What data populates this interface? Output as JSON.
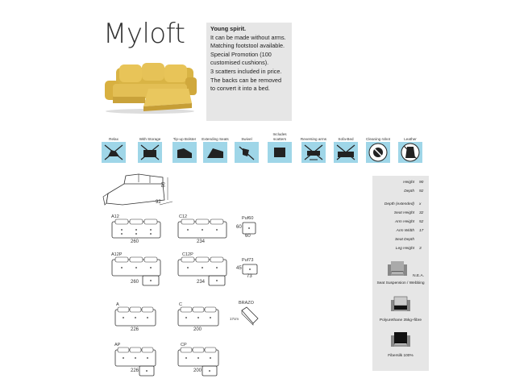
{
  "product": {
    "name": "Myloft"
  },
  "description": {
    "lead": "Young spirit.",
    "lines": [
      "It can be made without arms.",
      "Matching footstool available.",
      "Special Promotion (100 customised cushions).",
      "3 scatters included in price.",
      "The backs can be removed to convert it into a bed."
    ]
  },
  "features": [
    {
      "label": "Relax",
      "icon": "relax-icon",
      "crossed": true
    },
    {
      "label": "With Storage",
      "icon": "storage-icon",
      "crossed": true
    },
    {
      "label": "Tip-up Bolster",
      "icon": "tip-up-bolster-icon",
      "crossed": false
    },
    {
      "label": "Extending Seats",
      "icon": "extending-seats-icon",
      "crossed": false
    },
    {
      "label": "Swivel",
      "icon": "swivel-icon",
      "crossed": true
    },
    {
      "label": "Includes scatters",
      "icon": "scatters-icon",
      "crossed": false
    },
    {
      "label": "Reversing arms",
      "icon": "reversing-arms-icon",
      "crossed": true
    },
    {
      "label": "Sofa-Bed",
      "icon": "sofa-bed-icon",
      "crossed": true
    },
    {
      "label": "Cleaning robot",
      "icon": "cleaning-robot-icon",
      "crossed": false
    },
    {
      "label": "Leather",
      "icon": "leather-icon",
      "crossed": true
    }
  ],
  "overview_dims": {
    "height": "90",
    "depth": "92"
  },
  "modules": [
    {
      "code": "A12",
      "width": "260"
    },
    {
      "code": "C12",
      "width": "234"
    },
    {
      "code": "Puf60",
      "width": "60",
      "depth": "60"
    },
    {
      "code": "A12P",
      "width": "260"
    },
    {
      "code": "C12P",
      "width": "234"
    },
    {
      "code": "Puf73",
      "width": "73",
      "depth": "45"
    },
    {
      "code": "A",
      "width": "226"
    },
    {
      "code": "C",
      "width": "200"
    },
    {
      "code": "BRAZO",
      "width": "17cm"
    },
    {
      "code": "AP",
      "width": "226"
    },
    {
      "code": "CP",
      "width": "200"
    }
  ],
  "specs": [
    {
      "label": "Height",
      "value": "90"
    },
    {
      "label": "Depth",
      "value": "92"
    },
    {
      "label": "Depth (extended)",
      "value": "x"
    },
    {
      "label": "Seat Height",
      "value": "32"
    },
    {
      "label": "Arm Height",
      "value": "52"
    },
    {
      "label": "Arm Width",
      "value": "17"
    },
    {
      "label": "Seat Depth",
      "value": ""
    },
    {
      "label": "Leg Height",
      "value": "3"
    }
  ],
  "materials": [
    {
      "label": "Seat Suspension / Webbing",
      "note": "N.E.A."
    },
    {
      "label": "Polyurethane 35kg+fibre"
    },
    {
      "label": "Fibersilk 100%"
    }
  ]
}
